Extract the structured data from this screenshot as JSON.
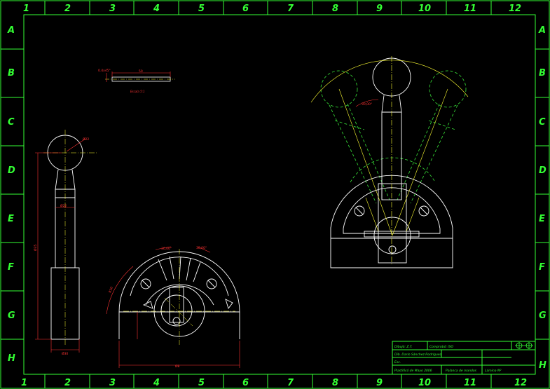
{
  "sheet": {
    "columns": [
      "1",
      "2",
      "3",
      "4",
      "5",
      "6",
      "7",
      "8",
      "9",
      "10",
      "11",
      "12"
    ],
    "rows": [
      "A",
      "B",
      "C",
      "D",
      "E",
      "F",
      "G",
      "H"
    ],
    "colors": {
      "frame": "#33ff33",
      "geometry": "#ffffff",
      "centerline": "#ffff33",
      "hidden": "#33cc33",
      "dimension": "#ff3333"
    }
  },
  "title_block": {
    "r1c1": "Dibujó: Z.Y.",
    "r1c2": "Comprobó: ISO",
    "r2c1": "Dib. Darío Sánchez Rodríguez",
    "r3c1": "Esc.",
    "r4c1": "Plastificó de Mayo 2006",
    "r4c2": "Palanca de mandos",
    "r4c3": "Lámina Nº"
  },
  "notes": {
    "pin_scale": "Escala 5:1",
    "pin_chamfer": "0.4x45°",
    "pin_length": "50",
    "side_dia_top": "Ø22",
    "side_length": "Ø35",
    "side_dia_bottom": "Ø30",
    "front_width": "Ø8",
    "front_angle1": "30,00°",
    "front_angle2": "30,00°",
    "front_arc": "R30",
    "right_angle": "30,00°"
  }
}
